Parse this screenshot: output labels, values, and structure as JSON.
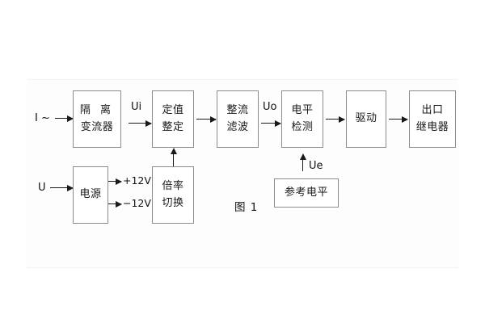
{
  "figure": {
    "caption": "图 1",
    "colors": {
      "box_border": "#8c8c8c",
      "line": "#1a1a1a",
      "text": "#111111",
      "background": "#ffffff"
    }
  },
  "signal_chain": {
    "input_labels": {
      "current_input": "I ~",
      "voltage_input": "U"
    },
    "blocks": [
      {
        "id": "isolation-ct",
        "lines": [
          "隔 离",
          "变流器"
        ]
      },
      {
        "id": "setting",
        "lines": [
          "定值",
          "整定"
        ]
      },
      {
        "id": "rectify-filter",
        "lines": [
          "整流",
          "滤波"
        ]
      },
      {
        "id": "level-detect",
        "lines": [
          "电平",
          "检测"
        ]
      },
      {
        "id": "drive",
        "lines": [
          "驱动"
        ]
      },
      {
        "id": "output-relay",
        "lines": [
          "出口",
          "继电器"
        ]
      }
    ],
    "signal_labels": {
      "after_isolation": "Ui",
      "after_rectify": "Uo",
      "reference": "Ue"
    }
  },
  "power_section": {
    "blocks": [
      {
        "id": "power-supply",
        "lines": [
          "电源"
        ]
      },
      {
        "id": "range-switch",
        "lines": [
          "倍率",
          "切换"
        ]
      },
      {
        "id": "reference-level",
        "lines": [
          "参考电平"
        ]
      }
    ],
    "rails": [
      {
        "id": "rail-positive",
        "label": "+12V"
      },
      {
        "id": "rail-negative",
        "label": "−12V"
      }
    ]
  }
}
